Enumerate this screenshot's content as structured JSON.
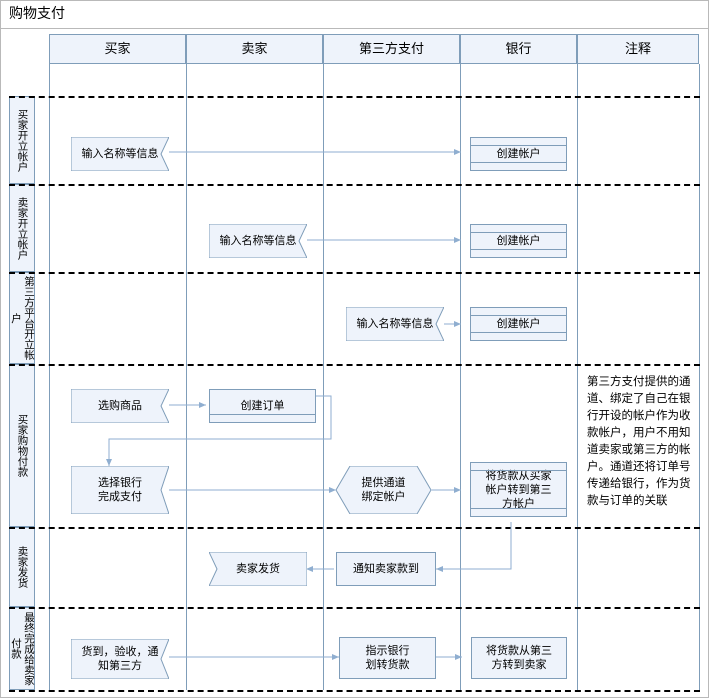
{
  "page": {
    "title": "购物支付"
  },
  "columns": [
    {
      "id": "buyer",
      "label": "买家"
    },
    {
      "id": "seller",
      "label": "卖家"
    },
    {
      "id": "thirdparty",
      "label": "第三方支付"
    },
    {
      "id": "bank",
      "label": "银行"
    },
    {
      "id": "remark",
      "label": "注释"
    }
  ],
  "stages": [
    {
      "id": "buyer-open",
      "label": "买家开立帐户"
    },
    {
      "id": "seller-open",
      "label": "卖家开立帐户"
    },
    {
      "id": "platform-open",
      "label": "第三方平台开立帐户"
    },
    {
      "id": "buyer-pay",
      "label": "买家购物付款"
    },
    {
      "id": "seller-ship",
      "label": "卖家发货"
    },
    {
      "id": "final-pay",
      "label": "最终完成给卖家付款"
    }
  ],
  "nodes": [
    {
      "id": "n1",
      "text": "输入名称等信息",
      "shape": "flag",
      "lane": "buyer",
      "stage": "buyer-open"
    },
    {
      "id": "n2",
      "text": "创建帐户",
      "shape": "bank-doc",
      "lane": "bank",
      "stage": "buyer-open"
    },
    {
      "id": "n3",
      "text": "输入名称等信息",
      "shape": "flag",
      "lane": "seller",
      "stage": "seller-open"
    },
    {
      "id": "n4",
      "text": "创建帐户",
      "shape": "bank-doc",
      "lane": "bank",
      "stage": "seller-open"
    },
    {
      "id": "n5",
      "text": "输入名称等信息",
      "shape": "flag",
      "lane": "thirdparty",
      "stage": "platform-open"
    },
    {
      "id": "n6",
      "text": "创建帐户",
      "shape": "bank-doc",
      "lane": "bank",
      "stage": "platform-open"
    },
    {
      "id": "n7",
      "text": "选购商品",
      "shape": "flag",
      "lane": "buyer",
      "stage": "buyer-pay"
    },
    {
      "id": "n8",
      "text": "创建订单",
      "shape": "doc",
      "lane": "seller",
      "stage": "buyer-pay"
    },
    {
      "id": "n9",
      "text": "选择银行\n完成支付",
      "shape": "flag",
      "lane": "buyer",
      "stage": "buyer-pay"
    },
    {
      "id": "n10",
      "text": "提供通道\n绑定帐户",
      "shape": "hexagon",
      "lane": "thirdparty",
      "stage": "buyer-pay"
    },
    {
      "id": "n11",
      "text": "将货款从买家\n帐户转到第三\n方帐户",
      "shape": "bank-doc",
      "lane": "bank",
      "stage": "buyer-pay"
    },
    {
      "id": "n12",
      "text": "卖家发货",
      "shape": "flag",
      "lane": "seller",
      "stage": "seller-ship"
    },
    {
      "id": "n13",
      "text": "通知卖家款到",
      "shape": "rect",
      "lane": "thirdparty",
      "stage": "seller-ship"
    },
    {
      "id": "n14",
      "text": "货到，验收，通\n知第三方",
      "shape": "flag",
      "lane": "buyer",
      "stage": "final-pay"
    },
    {
      "id": "n15",
      "text": "指示银行\n划转货款",
      "shape": "rect",
      "lane": "thirdparty",
      "stage": "final-pay"
    },
    {
      "id": "n16",
      "text": "将货款从第三\n方转到卖家",
      "shape": "rect",
      "lane": "bank",
      "stage": "final-pay"
    }
  ],
  "note": {
    "text": "第三方支付提供的通道、绑定了自己在银行开设的帐户作为收款帐户，用户不用知道卖家或第三方的帐户。通道还将订单号传递给银行，作为货款与订单的关联"
  },
  "colors": {
    "fill": "#eef3fb",
    "stroke": "#7f9db9",
    "border": "#b9b9b9",
    "dash": "#000000",
    "arrow": "#8faed0"
  }
}
